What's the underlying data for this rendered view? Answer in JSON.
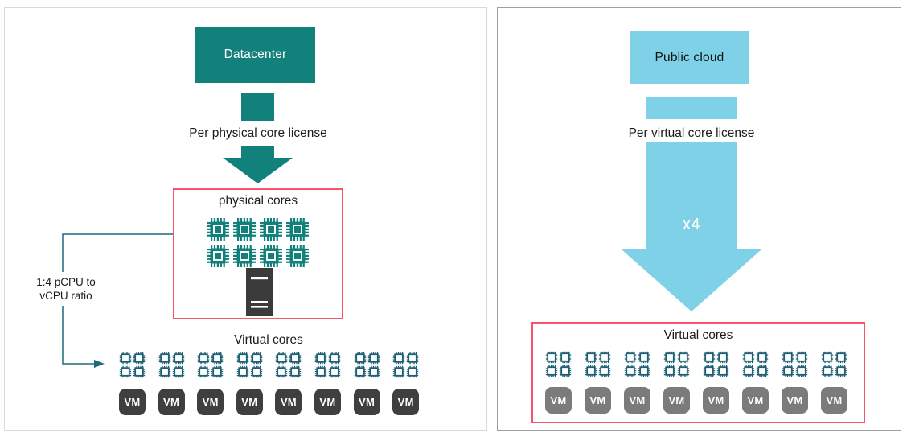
{
  "left_panel": {
    "title_box_label": "Datacenter",
    "license_label": "Per physical core license",
    "cores_box_title": "physical cores",
    "physical_chip_count": 8,
    "physical_chip_cols": 4,
    "ratio_label_line1": "1:4 pCPU to",
    "ratio_label_line2": "vCPU ratio",
    "virtual_cores_title": "Virtual cores",
    "vm_label": "VM",
    "vm_count": 8,
    "vcpus_per_vm": 4
  },
  "right_panel": {
    "title_box_label": "Public cloud",
    "license_label": "Per virtual core license",
    "multiplier_label": "x4",
    "virtual_cores_title": "Virtual cores",
    "vm_label": "VM",
    "vm_count": 8,
    "vcpus_per_vm": 4
  },
  "colors": {
    "teal": "#12807B",
    "light_blue": "#7FD1E8",
    "pink_border": "#F9536B",
    "vm_dark": "#3F3F3F",
    "vm_gray": "#7B7B7B",
    "virtual_chip_outline": "#1E5F75",
    "connector_line": "#1F6B7E",
    "server_body": "#3B3B3B"
  }
}
